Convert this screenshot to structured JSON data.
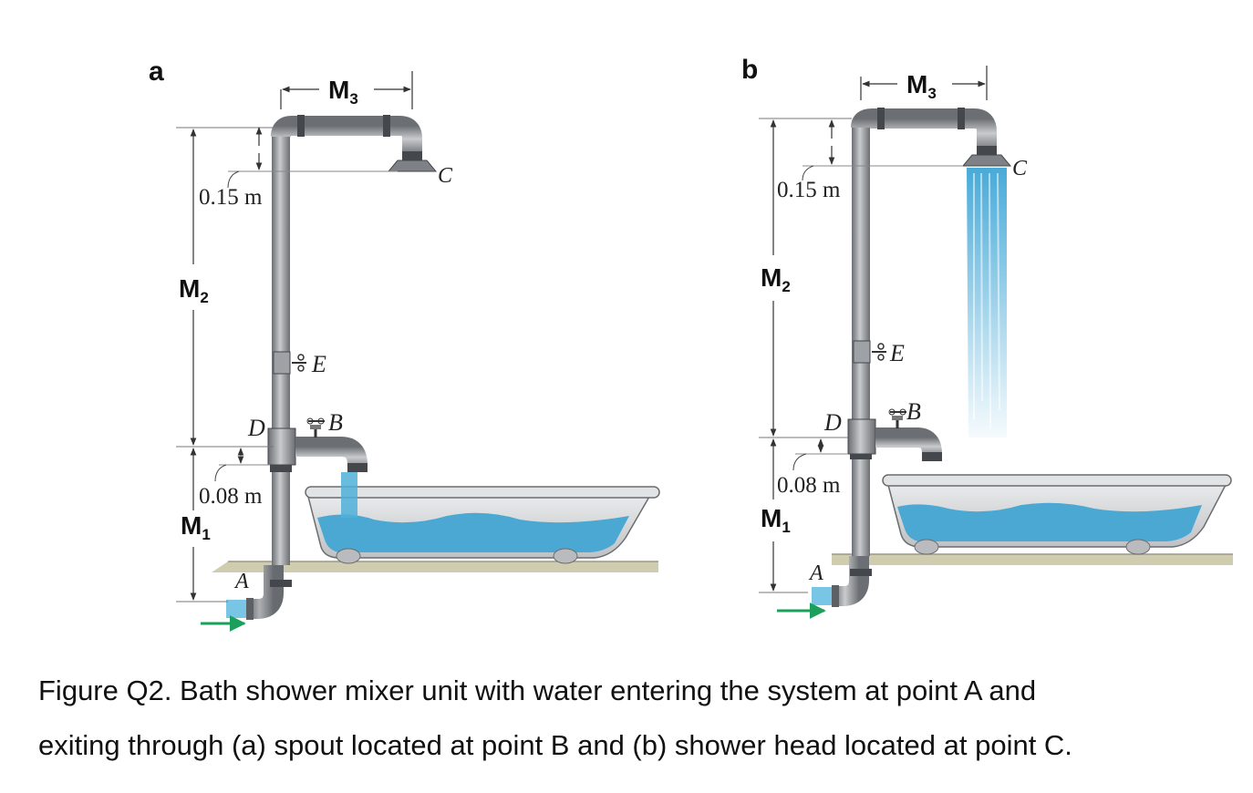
{
  "panels": [
    {
      "letter": "a",
      "m1": "M",
      "m1_sub": "1",
      "m2": "M",
      "m2_sub": "2",
      "m3": "M",
      "m3_sub": "3",
      "dim_top": "0.15 m",
      "dim_bottom": "0.08 m",
      "point_a": "A",
      "point_b": "B",
      "point_c": "C",
      "point_d": "D",
      "point_e": "E"
    },
    {
      "letter": "b",
      "m1": "M",
      "m1_sub": "1",
      "m2": "M",
      "m2_sub": "2",
      "m3": "M",
      "m3_sub": "3",
      "dim_top": "0.15 m",
      "dim_bottom": "0.08 m",
      "point_a": "A",
      "point_b": "B",
      "point_c": "C",
      "point_d": "D",
      "point_e": "E"
    }
  ],
  "caption": {
    "line1": "Figure Q2. Bath shower mixer unit with water entering the system at point A and",
    "line2": "exiting through (a) spout located at point B and (b) shower head located at point C."
  },
  "colors": {
    "pipe": "#a9acb0",
    "pipe_dark": "#5d6064",
    "water": "#4fb0d8",
    "tub": "#d9dadc",
    "floor": "#c9c6a8",
    "arrow": "#1aa05a"
  }
}
